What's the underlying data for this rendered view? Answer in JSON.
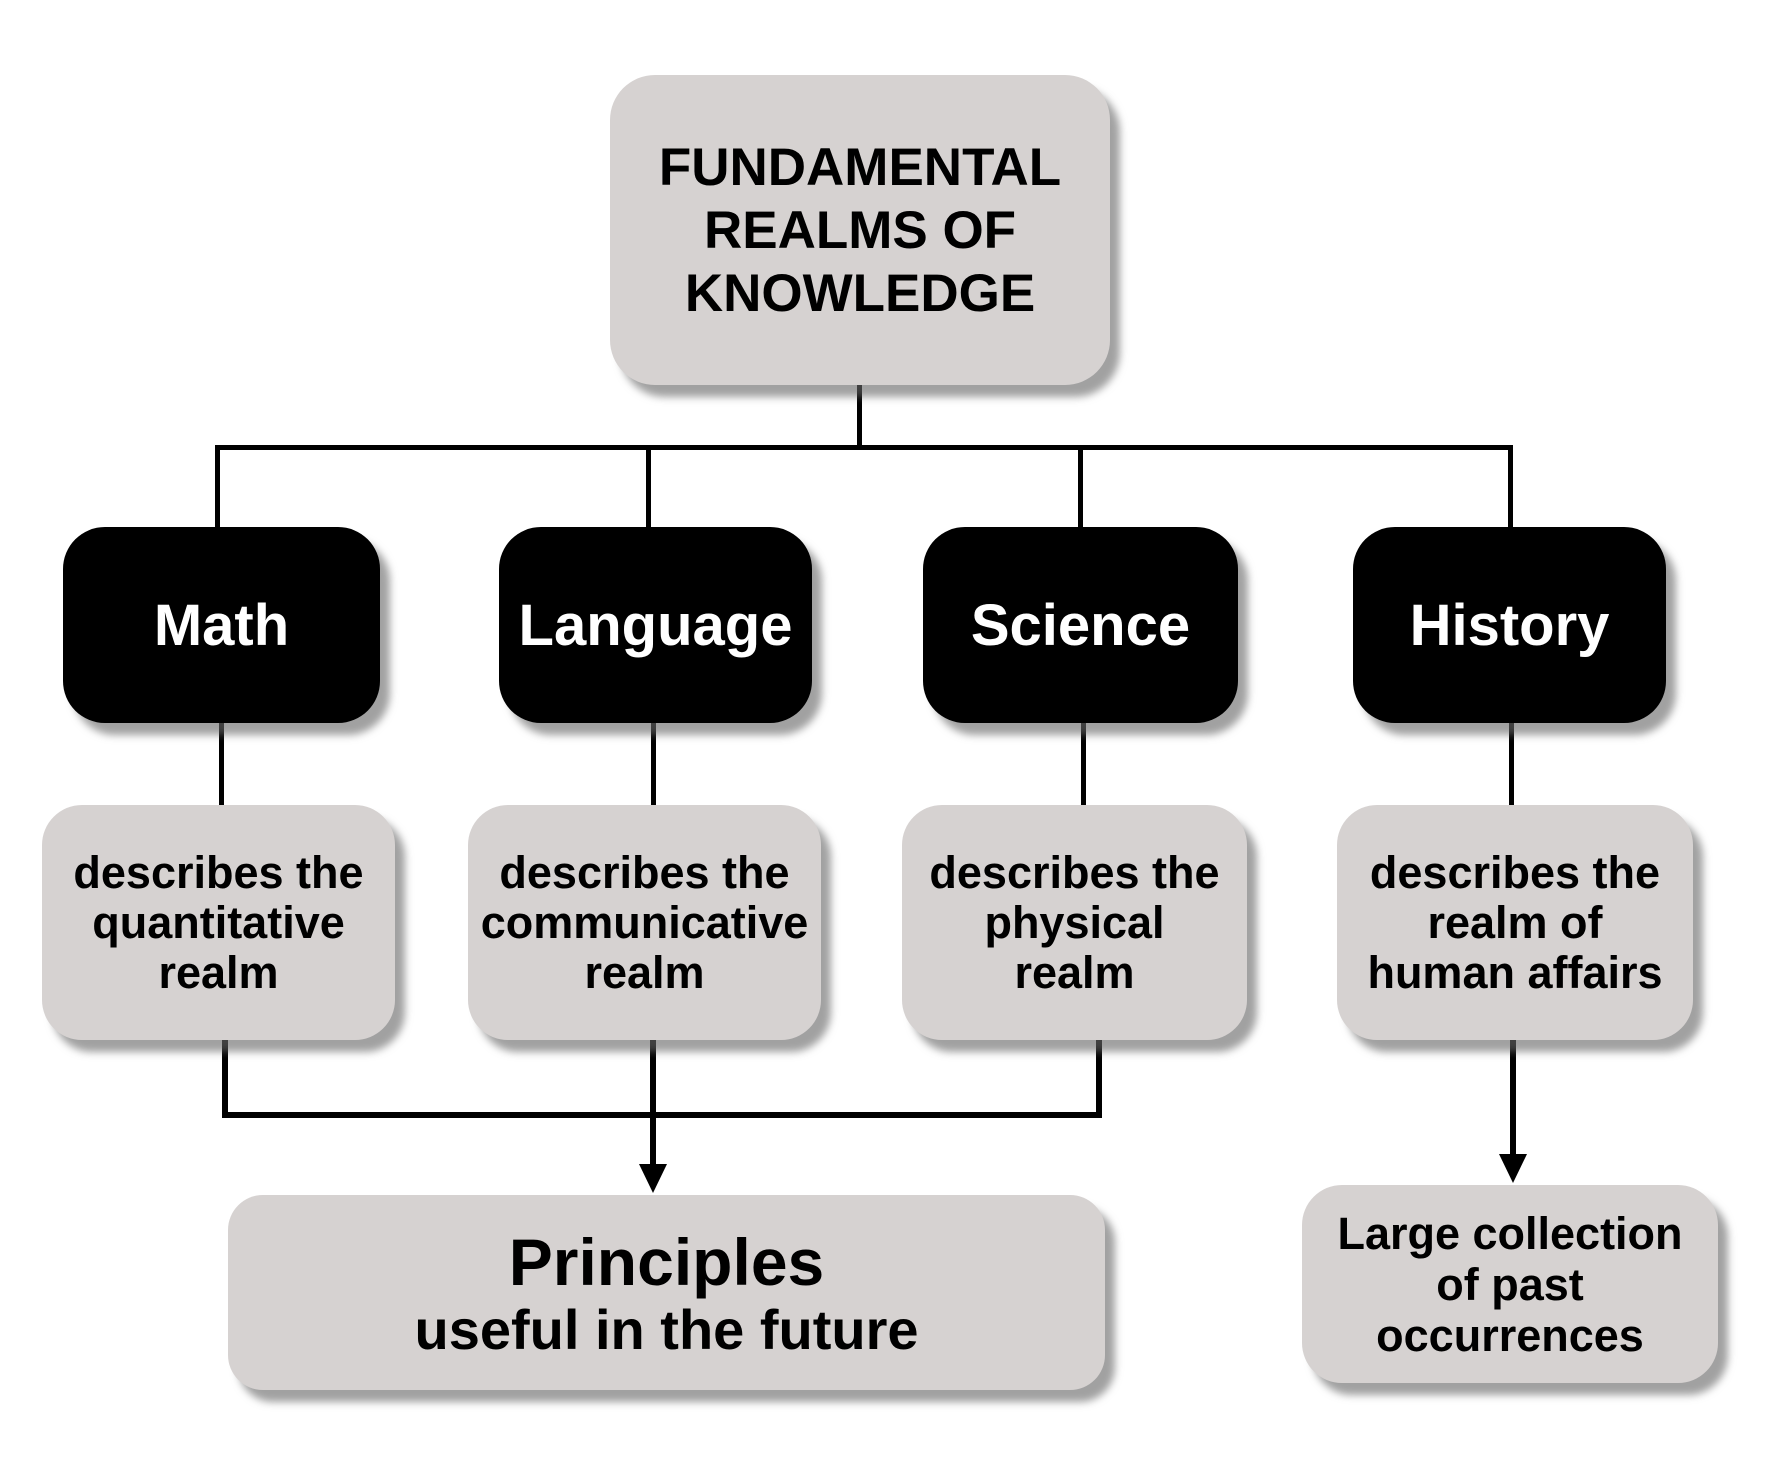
{
  "colors": {
    "background": "#ffffff",
    "node_fill": "#d6d2d1",
    "branch_fill": "#000000",
    "branch_text": "#ffffff",
    "text": "#000000",
    "connector": "#000000"
  },
  "root": {
    "lines": [
      "FUNDAMENTAL",
      "REALMS OF",
      "KNOWLEDGE"
    ]
  },
  "branches": [
    {
      "id": "math",
      "label": "Math",
      "description_lines": [
        "describes the",
        "quantitative",
        "realm"
      ]
    },
    {
      "id": "language",
      "label": "Language",
      "description_lines": [
        "describes the",
        "communicative",
        "realm"
      ]
    },
    {
      "id": "science",
      "label": "Science",
      "description_lines": [
        "describes the",
        "physical",
        "realm"
      ]
    },
    {
      "id": "history",
      "label": "History",
      "description_lines": [
        "describes the",
        "realm of",
        "human affairs"
      ]
    }
  ],
  "outcomes": {
    "principles": {
      "title": "Principles",
      "subtitle": "useful in the future"
    },
    "history": {
      "lines": [
        "Large collection",
        "of past",
        "occurrences"
      ]
    }
  }
}
